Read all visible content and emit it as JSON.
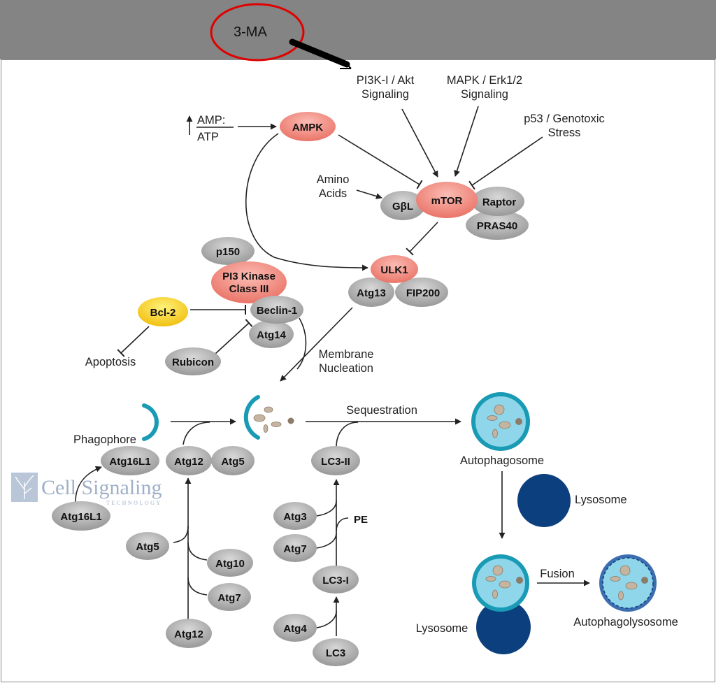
{
  "inhibitor": {
    "label": "3-MA",
    "ring_color": "#e00000"
  },
  "signals": {
    "pi3k_akt": [
      "PI3K-I / Akt",
      "Signaling"
    ],
    "mapk_erk": [
      "MAPK / Erk1/2",
      "Signaling"
    ],
    "p53": [
      "p53 / Genotoxic",
      "Stress"
    ],
    "amp_ratio": [
      "AMP:",
      "ATP"
    ],
    "amino_acids": [
      "Amino",
      "Acids"
    ]
  },
  "nodes": {
    "ampk": "AMPK",
    "mtor": "mTOR",
    "gbl": "GβL",
    "raptor": "Raptor",
    "pras40": "PRAS40",
    "ulk1": "ULK1",
    "atg13": "Atg13",
    "fip200": "FIP200",
    "p150": "p150",
    "pi3k_class3": [
      "PI3 Kinase",
      "Class III"
    ],
    "beclin1": "Beclin-1",
    "atg14": "Atg14",
    "bcl2": "Bcl-2",
    "rubicon": "Rubicon",
    "atg16l1_complex": "Atg16L1",
    "atg12_complex": "Atg12",
    "atg5_complex": "Atg5",
    "atg16l1": "Atg16L1",
    "atg5": "Atg5",
    "atg10": "Atg10",
    "atg7_left": "Atg7",
    "atg12": "Atg12",
    "lc3_ii": "LC3-II",
    "atg3": "Atg3",
    "atg7_right": "Atg7",
    "lc3_i": "LC3-I",
    "atg4": "Atg4",
    "lc3": "LC3"
  },
  "labels": {
    "apoptosis": "Apoptosis",
    "membrane_nucleation": [
      "Membrane",
      "Nucleation"
    ],
    "phagophore": "Phagophore",
    "sequestration": "Sequestration",
    "pe": "PE",
    "autophagosome": "Autophagosome",
    "lysosome_top": "Lysosome",
    "lysosome_bottom": "Lysosome",
    "fusion": "Fusion",
    "autophagolysosome": "Autophagolysosome"
  },
  "logo": {
    "name": "Cell Signaling",
    "sub": "TECHNOLOGY"
  },
  "colors": {
    "header_bar": "#848484",
    "kinase_red": "#f08a80",
    "protein_gray": "#a8a8a8",
    "bcl2_yellow": "#f5cc1e",
    "membrane_teal": "#1a9bb5",
    "vesicle_fill": "#8fd6ea",
    "lysosome_navy": "#0b3f7e",
    "inhibitor_ring": "#e00000"
  }
}
